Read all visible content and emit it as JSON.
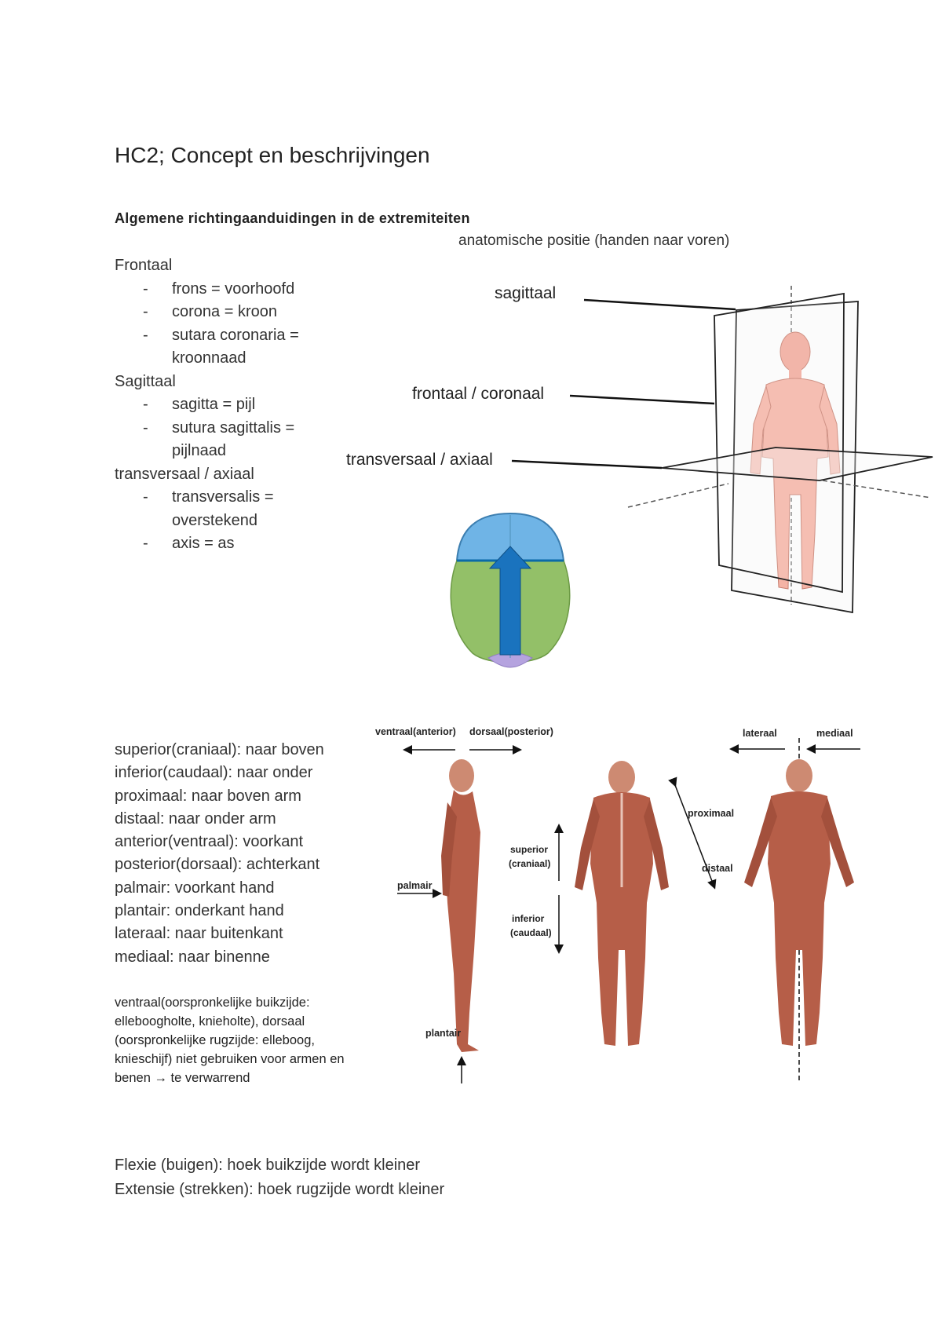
{
  "title": "HC2; Concept en beschrijvingen",
  "subheading": "Algemene richtingaanduidingen in de extremiteiten",
  "figure1": {
    "caption": "anatomische positie (handen naar voren)",
    "labels": {
      "sagittal": "sagittaal",
      "frontal": "frontaal / coronaal",
      "transverse": "transversaal / axiaal"
    }
  },
  "planes": [
    {
      "name": "Frontaal",
      "items": [
        "frons = voorhoofd",
        "corona = kroon",
        "sutara coronaria = kroonnaad"
      ]
    },
    {
      "name": "Sagittaal",
      "items": [
        "sagitta = pijl",
        "sutura sagittalis = pijlnaad"
      ]
    },
    {
      "name": "transversaal / axiaal",
      "items": [
        "transversalis = overstekend",
        "axis = as"
      ]
    }
  ],
  "terms": [
    "superior(craniaal): naar boven",
    "inferior(caudaal): naar onder",
    "proximaal: naar boven arm",
    "distaal: naar onder arm",
    "anterior(ventraal): voorkant",
    "posterior(dorsaal): achterkant",
    "palmair: voorkant hand",
    "plantair: onderkant hand",
    "lateraal: naar buitenkant",
    "mediaal: naar binenne"
  ],
  "note": "ventraal(oorspronkelijke buikzijde: elleboogholte, knieholte), dorsaal (oorspronkelijke rugzijde: elleboog, knieschijf) niet gebruiken voor armen en benen → te verwarrend",
  "figure2": {
    "labels": {
      "ventral": "ventraal(anterior)",
      "dorsal": "dorsaal(posterior)",
      "lateral": "lateraal",
      "medial": "mediaal",
      "proximal": "proximaal",
      "distal": "distaal",
      "superior": "superior",
      "cranial": "(craniaal)",
      "inferior": "inferior",
      "caudal": "(caudaal)",
      "palmar": "palmair",
      "plantar": "plantair"
    }
  },
  "flexion": [
    "Flexie (buigen): hoek buikzijde wordt kleiner",
    "Extensie (strekken): hoek rugzijde wordt kleiner"
  ]
}
